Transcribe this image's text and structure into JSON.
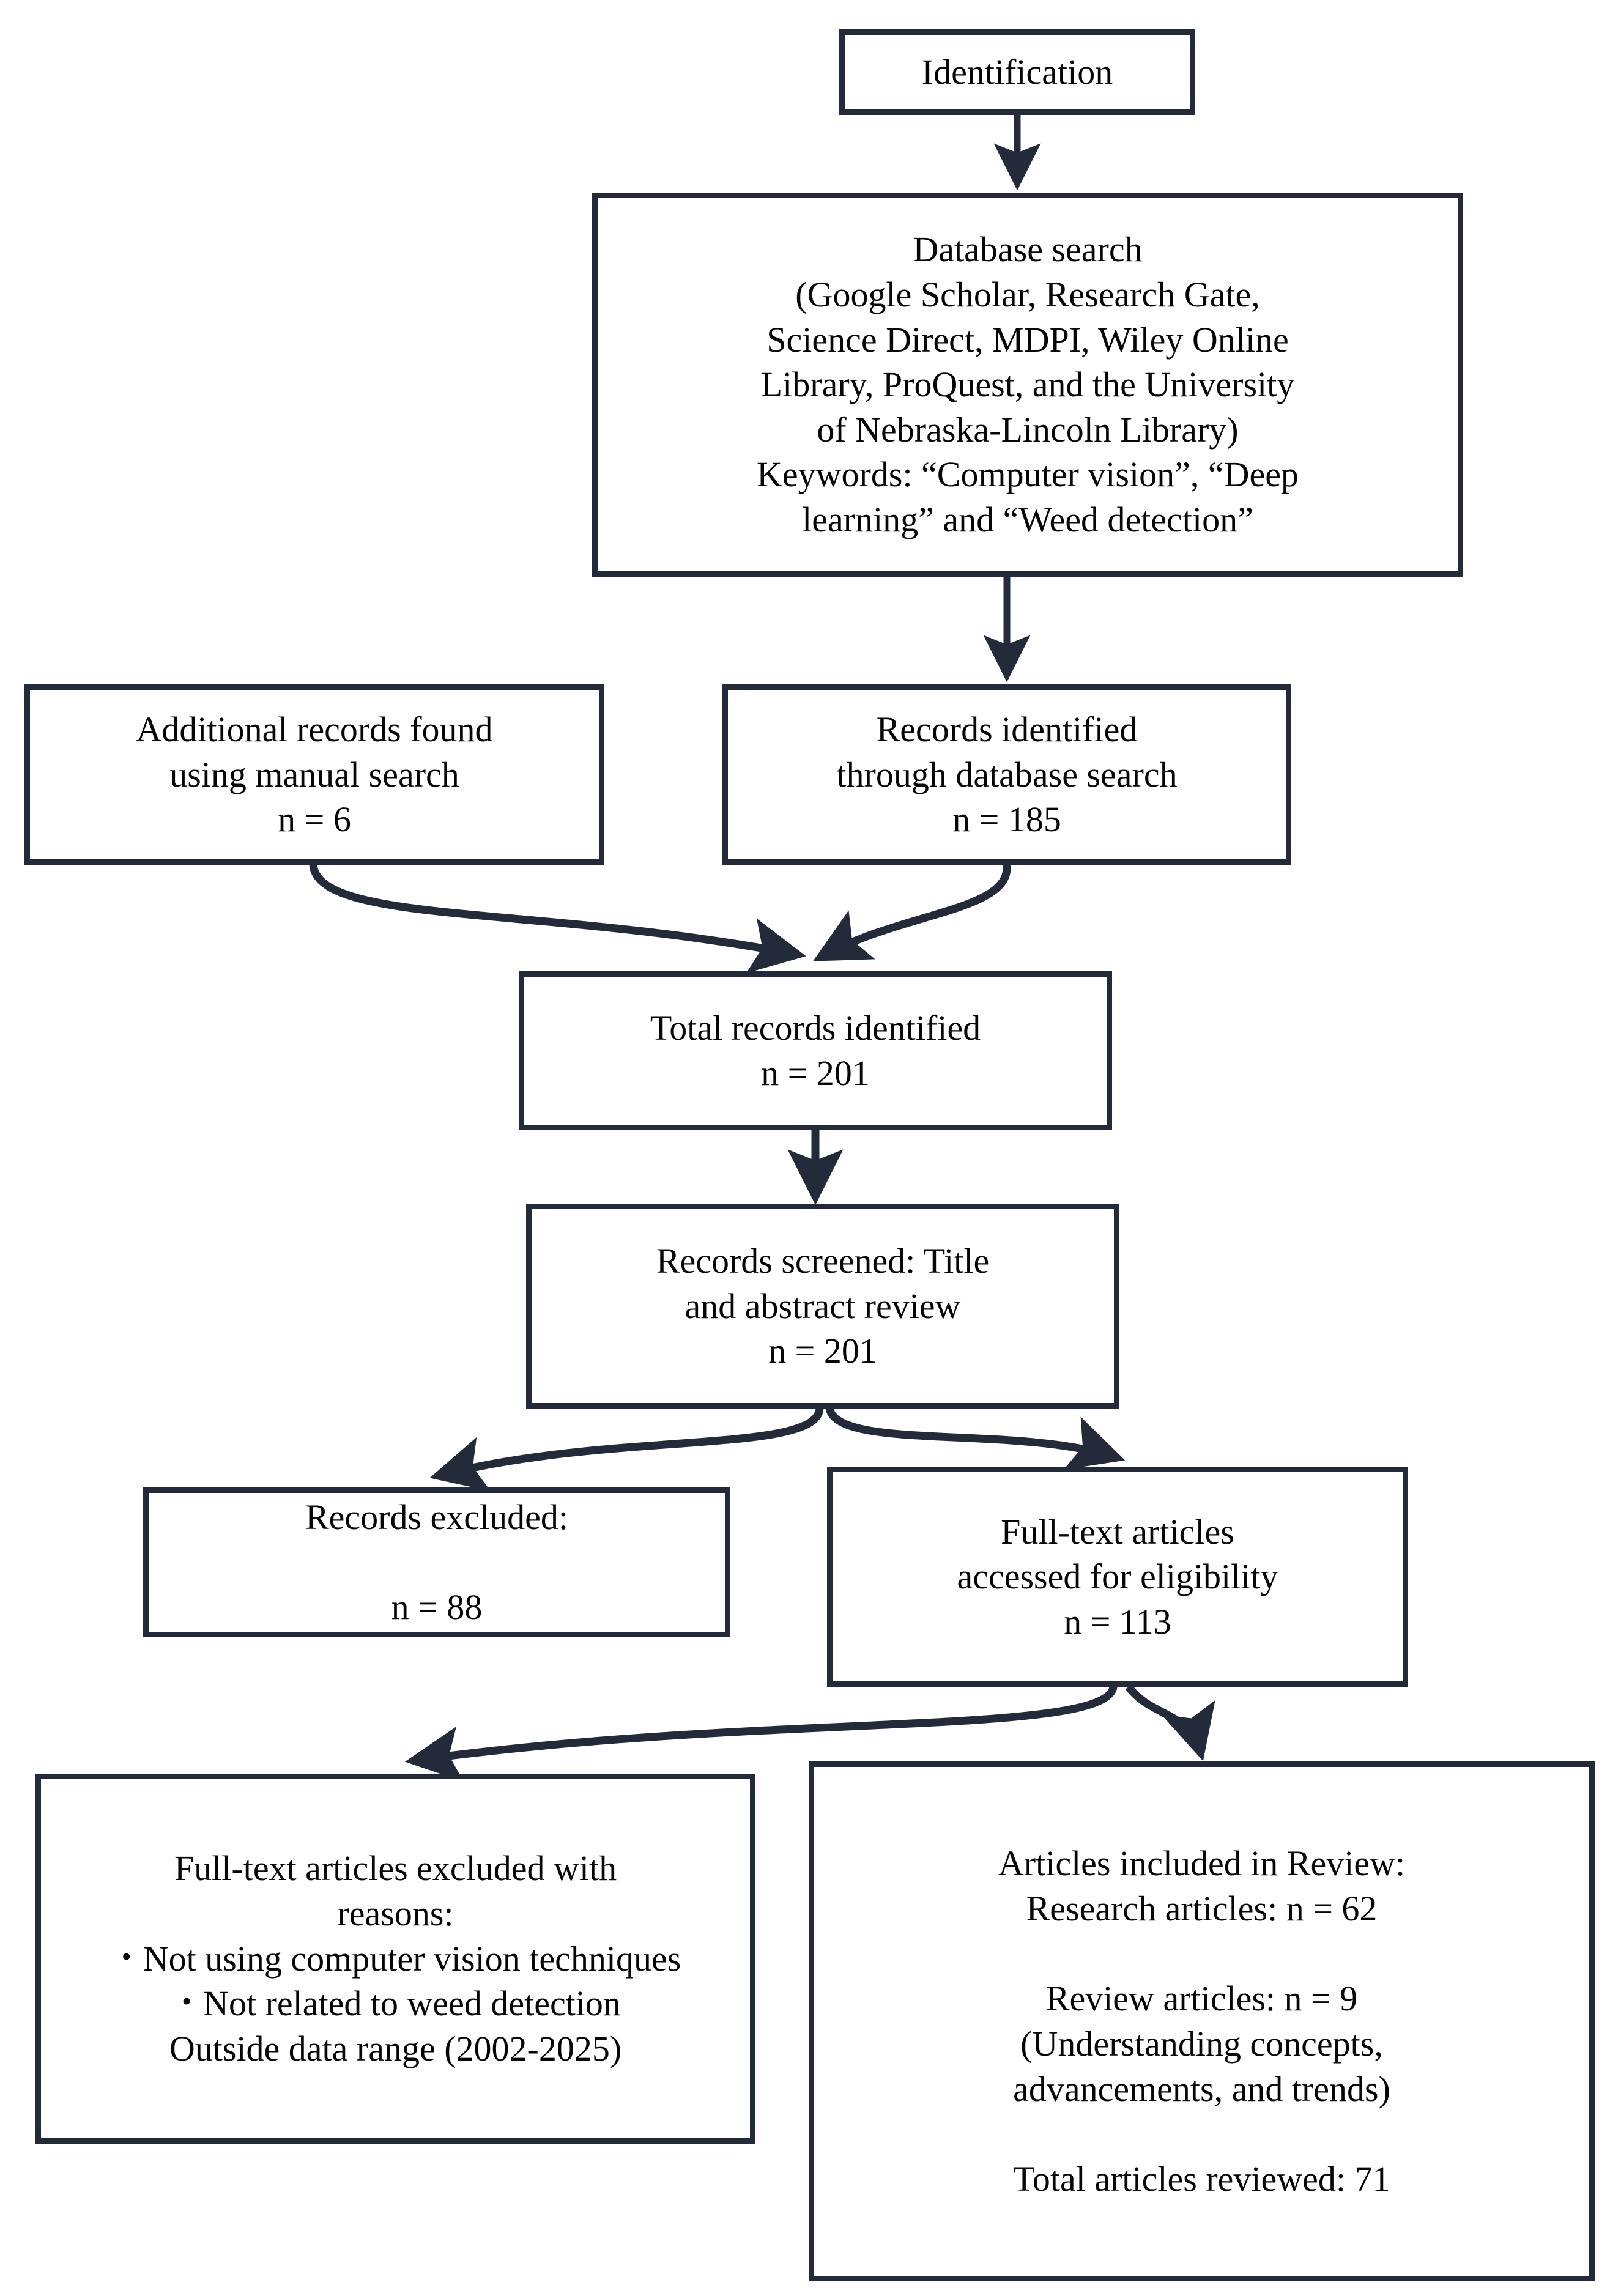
{
  "diagram": {
    "type": "prisma-flow-diagram",
    "colors": {
      "border": "#232b3a",
      "text": "#060606",
      "background": "#ffffff",
      "arrow": "#232b3a"
    },
    "nodes": {
      "identification": {
        "id": "identification",
        "lines": [
          "Identification"
        ]
      },
      "database_search": {
        "id": "database-search",
        "lines": [
          "Database search",
          "(Google Scholar, Research Gate,",
          "Science Direct, MDPI, Wiley Online",
          "Library, ProQuest, and the University",
          "of Nebraska-Lincoln Library)",
          "Keywords: “Computer vision”, “Deep",
          "learning” and “Weed detection”"
        ]
      },
      "additional_records": {
        "id": "additional-records",
        "lines": [
          "Additional records found",
          "using manual search",
          "n = 6"
        ],
        "count_label": "n = 6",
        "count": 6
      },
      "database_records": {
        "id": "database-records",
        "lines": [
          "Records identified",
          "through database search",
          "n = 185"
        ],
        "count_label": "n = 185",
        "count": 185
      },
      "total_records": {
        "id": "total-records",
        "lines": [
          "Total records identified",
          "n = 201"
        ],
        "count_label": "n = 201",
        "count": 201
      },
      "records_screened": {
        "id": "records-screened",
        "lines": [
          "Records screened: Title",
          "and abstract review",
          "n = 201"
        ],
        "count_label": "n = 201",
        "count": 201
      },
      "records_excluded": {
        "id": "records-excluded",
        "lines": [
          "Records excluded:",
          "n = 88"
        ],
        "count_label": "n = 88",
        "count": 88
      },
      "fulltext_assessed": {
        "id": "fulltext-assessed",
        "lines": [
          "Full-text articles",
          "accessed for eligibility",
          "n = 113"
        ],
        "count_label": "n = 113",
        "count": 113
      },
      "fulltext_excluded": {
        "id": "fulltext-excluded",
        "heading_lines": [
          "Full-text articles excluded with",
          "reasons:"
        ],
        "bullets": [
          "Not using computer vision techniques",
          "Not related to weed detection"
        ],
        "trailing_lines": [
          "Outside data range (2002-2025)"
        ]
      },
      "included": {
        "id": "articles-included",
        "lines": [
          "Articles included in Review:",
          "Research articles: n = 62",
          "",
          "Review articles: n = 9",
          "(Understanding concepts,",
          "advancements, and trends)",
          "",
          "Total articles reviewed: 71"
        ],
        "research_articles": 62,
        "review_articles": 9,
        "total_reviewed": 71
      }
    }
  }
}
